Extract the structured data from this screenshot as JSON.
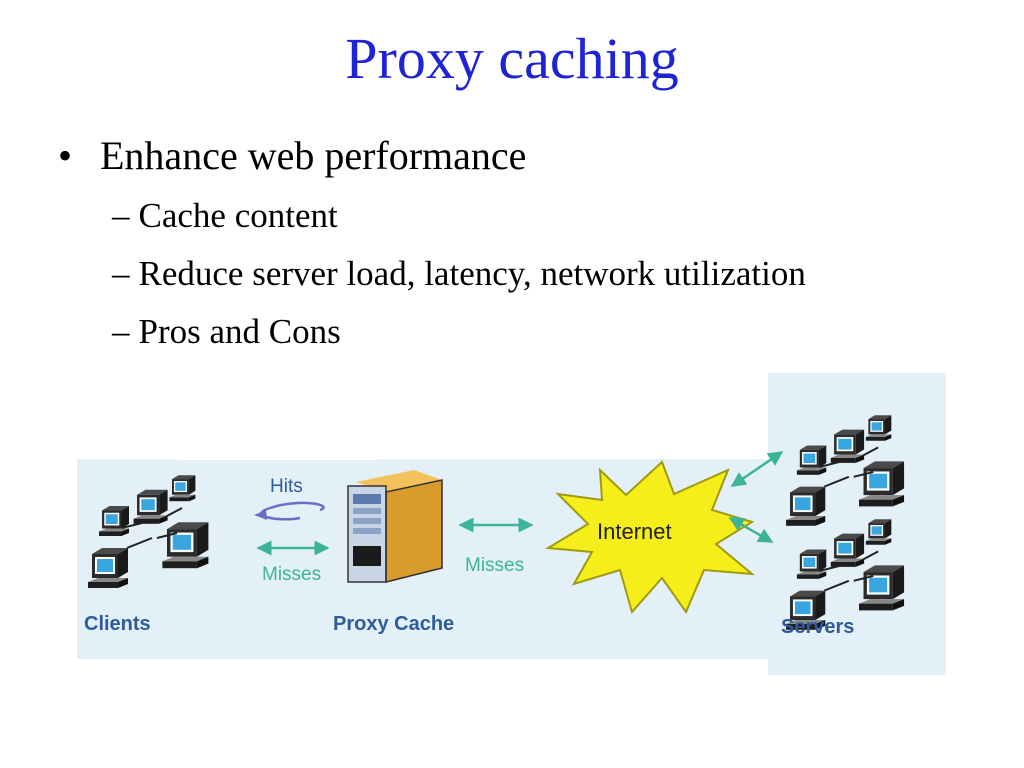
{
  "slide": {
    "title": "Proxy caching",
    "bullet": "Enhance web performance",
    "sub_bullets": [
      "Cache content",
      "Reduce server load, latency, network utilization",
      "Pros and Cons"
    ]
  },
  "diagram": {
    "labels": {
      "clients": "Clients",
      "proxy_cache": "Proxy Cache",
      "servers": "Servers",
      "internet": "Internet",
      "hits": "Hits",
      "misses_left": "Misses",
      "misses_right": "Misses"
    },
    "colors": {
      "panel_bg": "#e4f0f7",
      "label_text": "#2d5c9c",
      "arrow_teal": "#3bb59a",
      "hits_arrow": "#6b6fc4",
      "burst_fill": "#f5ee1a",
      "burst_stroke": "#a09a10",
      "title_blue": "#1f23d6"
    },
    "icons": [
      "computer-cluster-icon",
      "server-tower-icon",
      "internet-burst-icon"
    ]
  }
}
